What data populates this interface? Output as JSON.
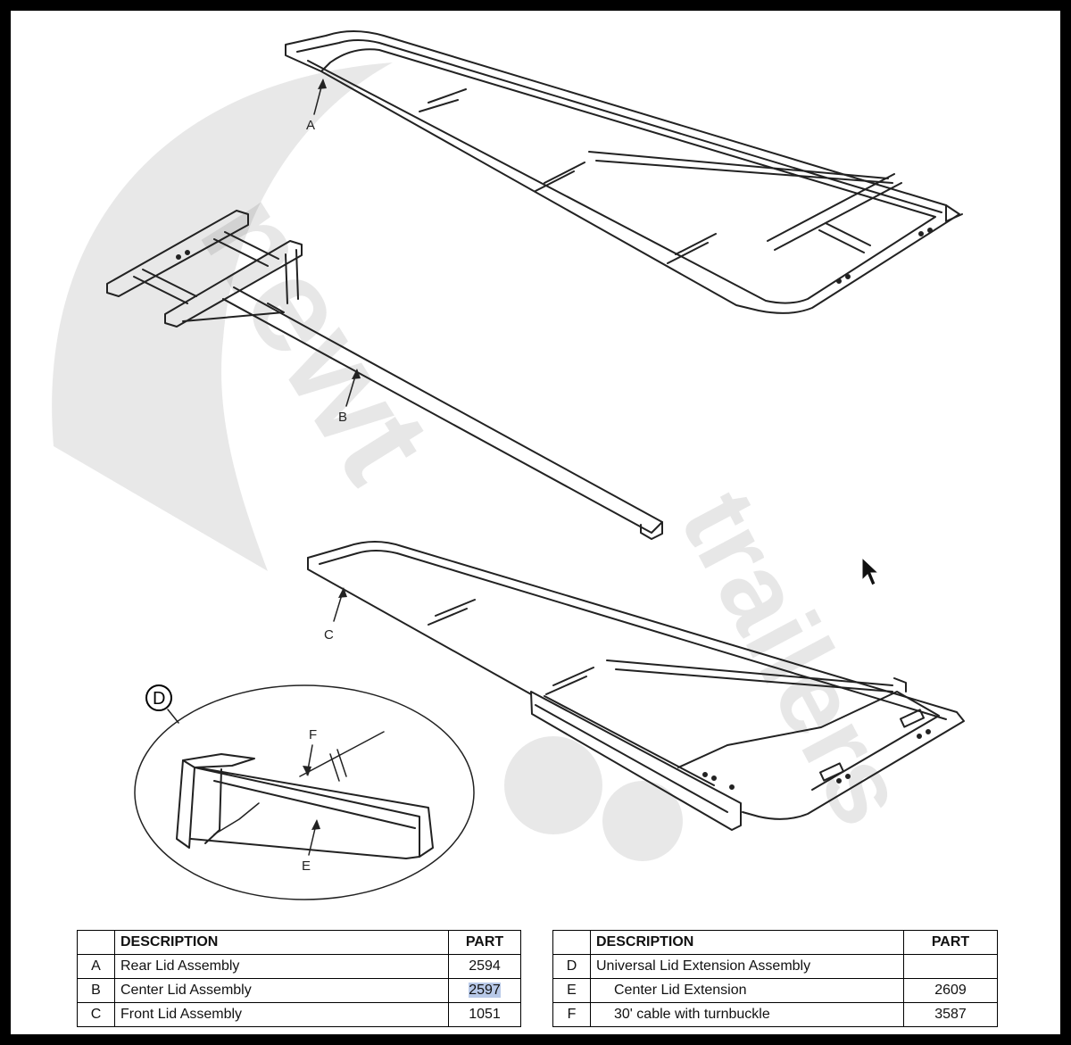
{
  "callouts": {
    "a": "A",
    "b": "B",
    "c": "C",
    "d": "D",
    "e": "E",
    "f": "F"
  },
  "watermark": {
    "brand": "newt",
    "tagline": "trailers"
  },
  "tables": {
    "header_description": "DESCRIPTION",
    "header_part": "PART",
    "left_rows": [
      {
        "letter": "A",
        "description": "Rear Lid Assembly",
        "part": "2594"
      },
      {
        "letter": "B",
        "description": "Center Lid Assembly",
        "part": "2597"
      },
      {
        "letter": "C",
        "description": "Front Lid Assembly",
        "part": "1051"
      }
    ],
    "right_rows": [
      {
        "letter": "D",
        "description": "Universal Lid Extension Assembly",
        "part": ""
      },
      {
        "letter": "E",
        "description": "Center Lid Extension",
        "part": "2609"
      },
      {
        "letter": "F",
        "description": "30' cable with turnbuckle",
        "part": "3587"
      }
    ]
  },
  "icons": [
    "mouse-pointer-icon"
  ],
  "colors": {
    "line": "#222222",
    "frame": "#000000",
    "highlight": "#b8c9e8"
  }
}
